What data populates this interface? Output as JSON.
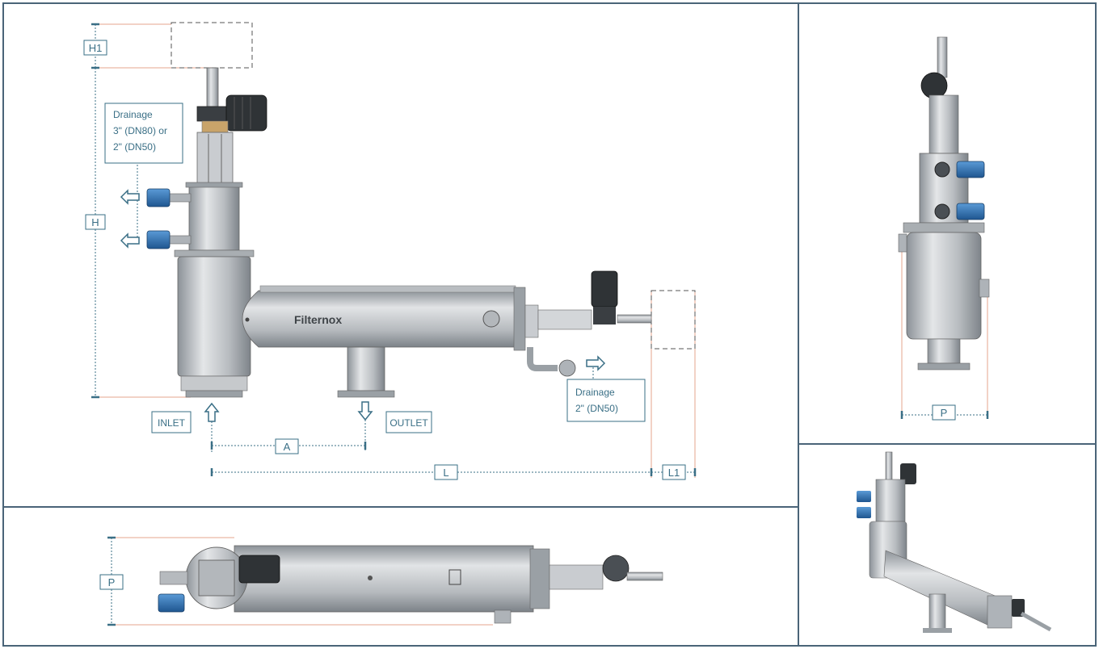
{
  "colors": {
    "frame": "#4a6478",
    "accent": "#3a6f86",
    "dimension_line": "#e4a48c",
    "steel_light": "#d6d9dc",
    "steel_mid": "#aeb3b8",
    "steel_dark": "#6e757c",
    "valve_blue": "#2e6fb3",
    "motor_dark": "#2f3336"
  },
  "brand": "Filternox",
  "labels": {
    "h1": "H1",
    "h": "H",
    "a": "A",
    "l": "L",
    "l1": "L1",
    "p_top": "P",
    "p_right": "P",
    "inlet": "INLET",
    "outlet": "OUTLET",
    "drainage_top": [
      "Drainage",
      "3\" (DN80) or",
      "2\" (DN50)"
    ],
    "drainage_bottom": [
      "Drainage",
      "2\" (DN50)"
    ]
  },
  "icons": {
    "drain_arrow_upper": "arrow-left-icon",
    "drain_arrow_lower": "arrow-left-icon",
    "inlet_arrow": "arrow-up-icon",
    "outlet_arrow": "arrow-down-icon",
    "drain_right_arrow": "arrow-right-icon"
  }
}
